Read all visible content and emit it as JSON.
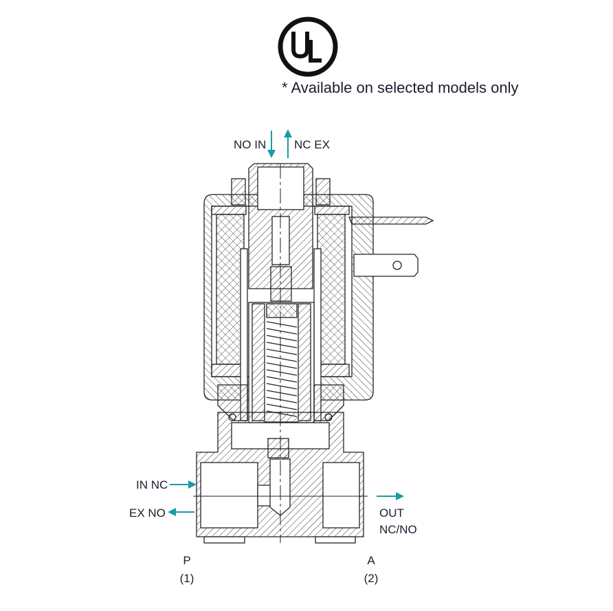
{
  "certification": {
    "logo": "UL",
    "footnote": "* Available on selected models only"
  },
  "ports": {
    "top_in": "NO IN",
    "top_ex": "NC EX",
    "left_in": "IN NC",
    "left_ex": "EX NO",
    "out_line1": "OUT",
    "out_line2": "NC/NO",
    "port_p": "P",
    "port_p_num": "(1)",
    "port_a": "A",
    "port_a_num": "(2)"
  },
  "colors": {
    "arrow": "#1a9aa8",
    "text": "#1b1d2e"
  }
}
